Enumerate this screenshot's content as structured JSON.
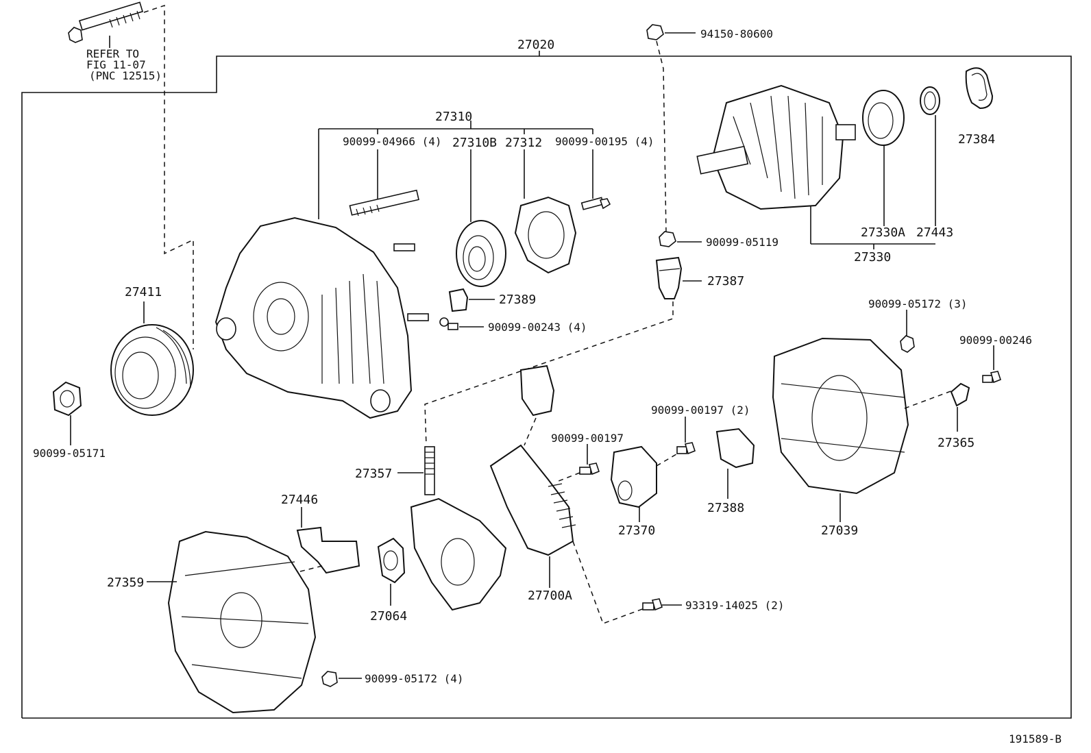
{
  "diagram_code": "191589-B",
  "refer": {
    "line1": "REFER TO",
    "line2": "FIG 11-07",
    "line3": "(PNC 12515)"
  },
  "labels": {
    "p27020": "27020",
    "p94150_80600": "94150-80600",
    "p27310": "27310",
    "p90099_04966": "90099-04966 (4)",
    "p27310B": "27310B",
    "p27312": "27312",
    "p90099_00195": "90099-00195 (4)",
    "p27384": "27384",
    "p27330A": "27330A",
    "p27443": "27443",
    "p27330": "27330",
    "p90099_05119": "90099-05119",
    "p27387": "27387",
    "p27411": "27411",
    "p27389": "27389",
    "p90099_00243": "90099-00243 (4)",
    "p90099_05172_3": "90099-05172 (3)",
    "p90099_00246": "90099-00246",
    "p90099_05171": "90099-05171",
    "p90099_00197_2": "90099-00197 (2)",
    "p90099_00197": "90099-00197",
    "p27365": "27365",
    "p27357": "27357",
    "p27388": "27388",
    "p27370": "27370",
    "p27039": "27039",
    "p27446": "27446",
    "p27359": "27359",
    "p27064": "27064",
    "p27700A": "27700A",
    "p93319_14025": "93319-14025 (2)",
    "p90099_05172_4": "90099-05172 (4)"
  }
}
